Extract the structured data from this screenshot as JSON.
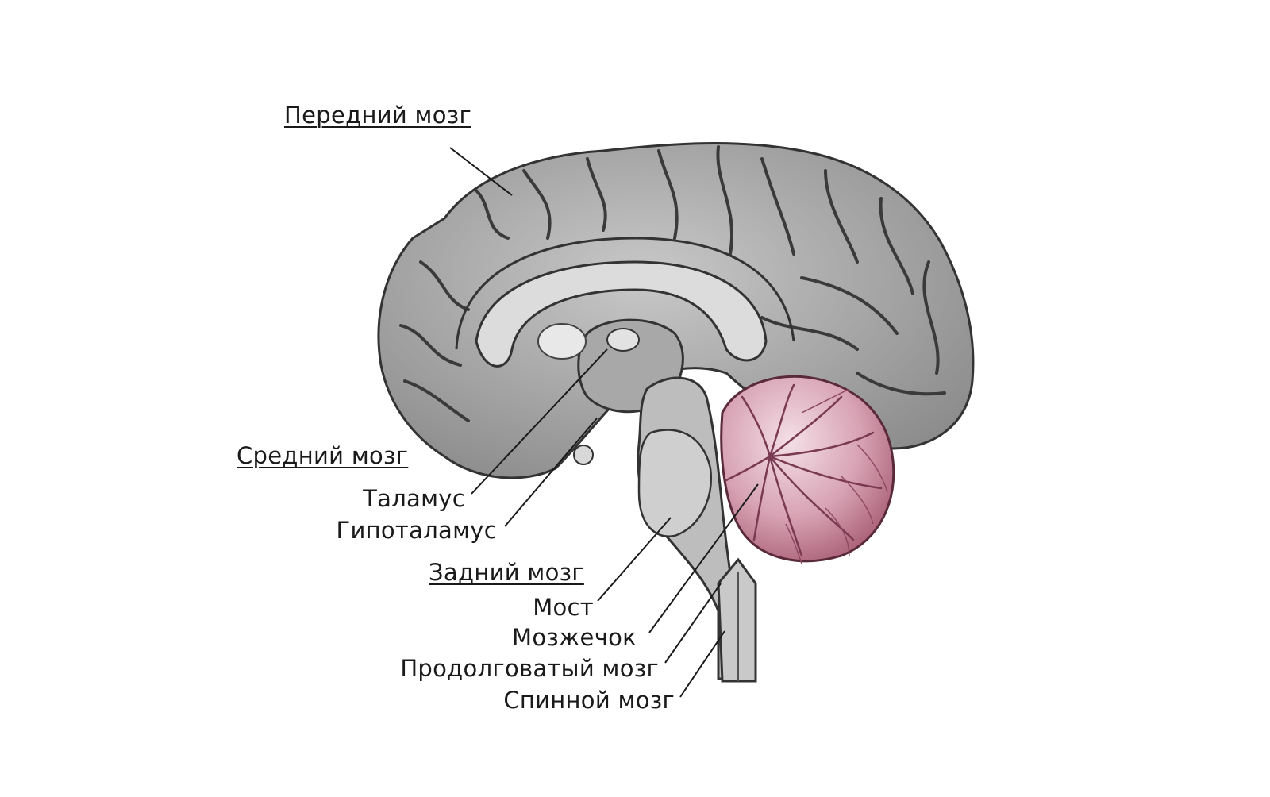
{
  "diagram": {
    "subject": "brain-midsagittal-section",
    "colors": {
      "brain_gray": "#9a9a9a",
      "cerebellum": "#b86a82",
      "line": "#1a1a1a"
    },
    "labels": {
      "forebrain": "Передний мозг",
      "midbrain": "Средний мозг",
      "thalamus": "Таламус",
      "hypothalamus": "Гипоталамус",
      "hindbrain": "Задний мозг",
      "pons": "Мост",
      "cerebellum": "Мозжечок",
      "medulla": "Продолговатый мозг",
      "spinal_cord": "Спинной мозг"
    }
  }
}
